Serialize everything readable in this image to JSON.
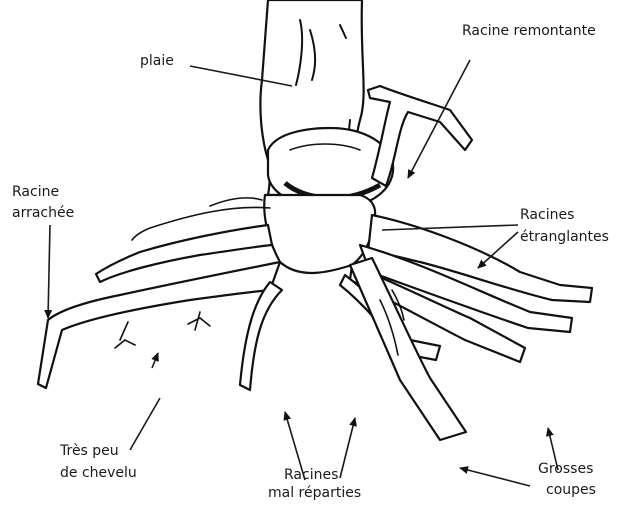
{
  "labels": {
    "plaie": "plaie",
    "racine_remontante": "Racine remontante",
    "racine_arrachee_1": "Racine",
    "racine_arrachee_2": "arrachée",
    "racines_etranglantes_1": "Racines",
    "racines_etranglantes_2": "étranglantes",
    "tres_peu_1": "Très peu",
    "tres_peu_2": "de chevelu",
    "racines_mal_1": "Racines",
    "racines_mal_2": "mal réparties",
    "grosses_1": "Grosses",
    "grosses_2": "coupes"
  }
}
